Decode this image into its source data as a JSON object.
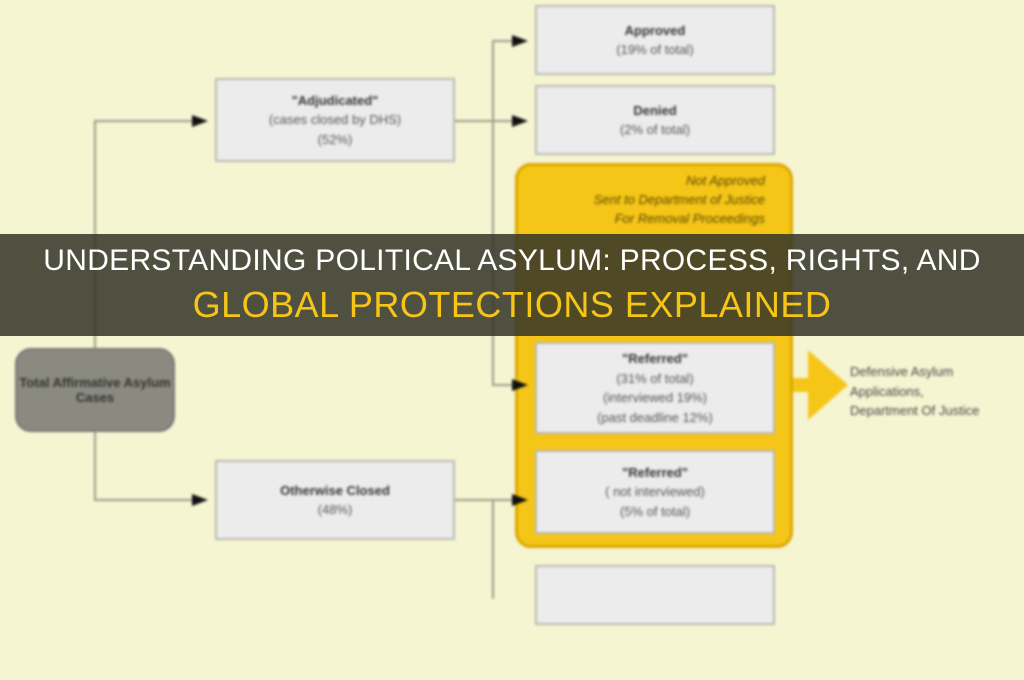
{
  "diagram": {
    "total": "Total Affirmative Asylum Cases",
    "adjudicated": {
      "title": "\"Adjudicated\"",
      "line1": "(cases closed by DHS)",
      "line2": "(52%)"
    },
    "otherwise_closed": {
      "title": "Otherwise Closed",
      "line1": "(48%)"
    },
    "approved": {
      "title": "Approved",
      "line1": "(19% of total)"
    },
    "denied": {
      "title": "Denied",
      "line1": "(2% of total)"
    },
    "not_approved_note": {
      "line1": "Not Approved",
      "line2": "Sent to Department of Justice",
      "line3": "For Removal Proceedings"
    },
    "referred_interviewed": {
      "title": "\"Referred\"",
      "line1": "(31% of total)",
      "line2": "(interviewed 19%)",
      "line3": "(past deadline 12%)"
    },
    "referred_not_interviewed": {
      "title": "\"Referred\"",
      "line1": "( not interviewed)",
      "line2": "(5% of total)"
    },
    "defensive": {
      "line1": "Defensive Asylum",
      "line2": "Applications,",
      "line3": "Department Of Justice"
    },
    "colors": {
      "background": "#f6f5d2",
      "highlight": "#f5c518"
    }
  },
  "banner": {
    "line1": "UNDERSTANDING POLITICAL ASYLUM: PROCESS, RIGHTS, AND",
    "line2": "GLOBAL PROTECTIONS EXPLAINED"
  }
}
